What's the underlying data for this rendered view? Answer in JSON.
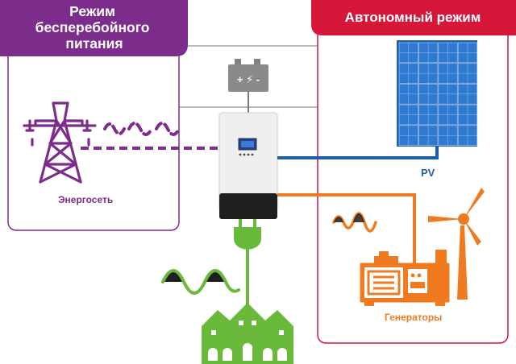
{
  "colors": {
    "purple": "#7c2d8c",
    "red": "#d7173a",
    "blue": "#1f5fa8",
    "orange": "#f07a1f",
    "green": "#69b93a",
    "dark": "#1f1f1f",
    "gray": "#a6a6a6"
  },
  "panels": {
    "ups": {
      "title_lines": [
        "Режим",
        "бесперебойного",
        "питания"
      ]
    },
    "autonomous": {
      "title": "Автономный режим"
    }
  },
  "labels": {
    "grid": "Энергосеть",
    "pv": "PV",
    "generators": "Генераторы"
  },
  "battery": {
    "symbol": "+ ⚡ -"
  },
  "icons": [
    "power-tower-icon",
    "battery-icon",
    "inverter-icon",
    "solar-panel-icon",
    "wind-turbine-icon",
    "generator-icon",
    "houses-icon",
    "plug-icon",
    "sine-wave-icon"
  ]
}
